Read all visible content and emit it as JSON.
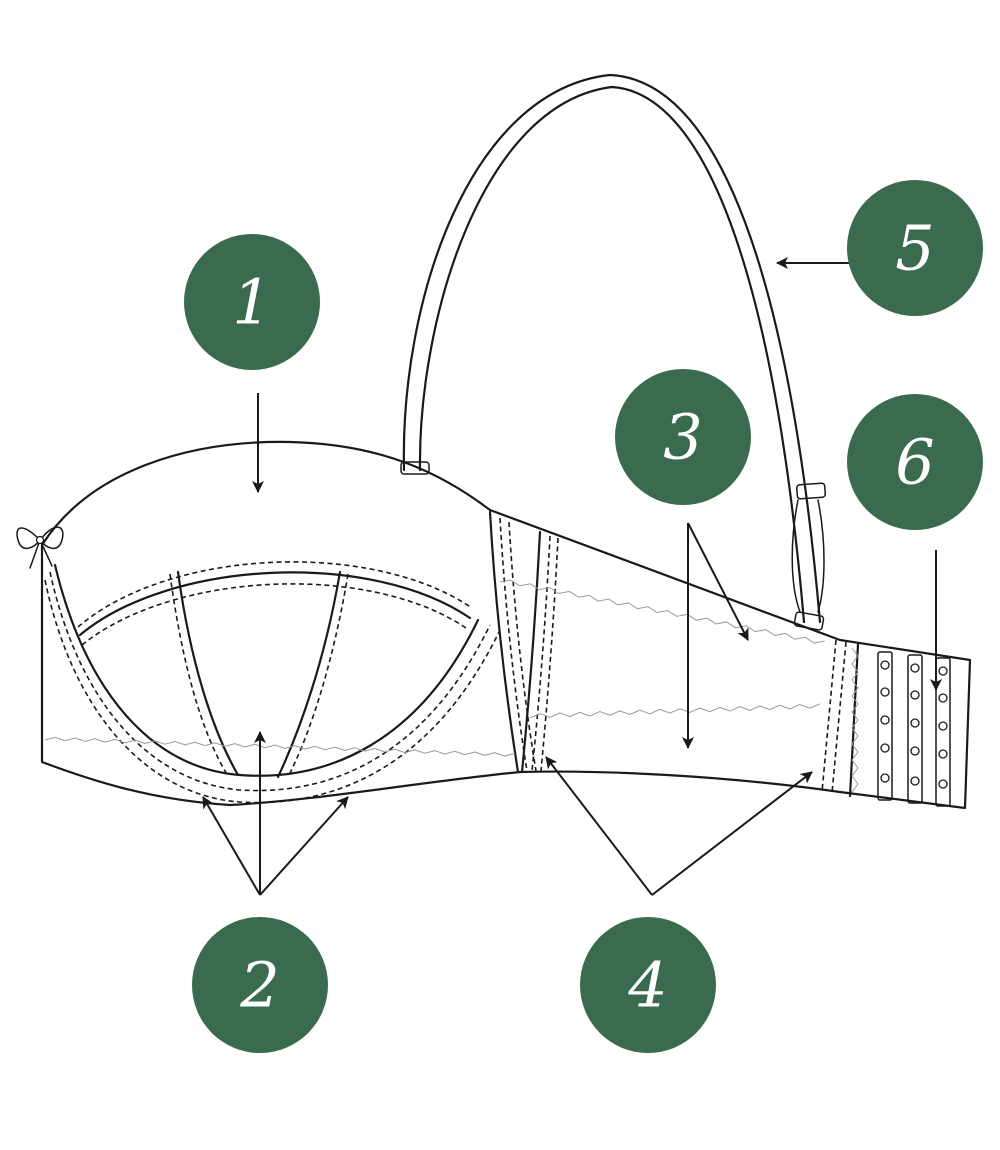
{
  "colors": {
    "badge_fill": "#3a6b4f",
    "badge_text": "#ffffff",
    "line": "#1a1a1a"
  },
  "callouts": [
    {
      "id": "1",
      "label": "1"
    },
    {
      "id": "2",
      "label": "2"
    },
    {
      "id": "3",
      "label": "3"
    },
    {
      "id": "4",
      "label": "4"
    },
    {
      "id": "5",
      "label": "5"
    },
    {
      "id": "6",
      "label": "6"
    }
  ]
}
